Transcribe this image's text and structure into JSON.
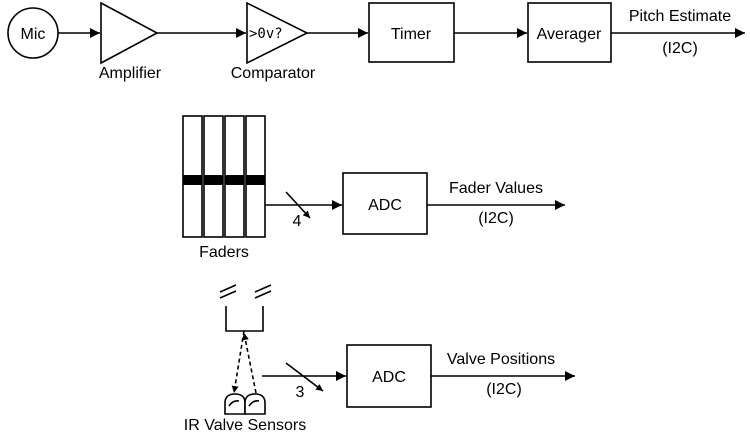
{
  "blocks": {
    "mic": "Mic",
    "amplifier": "Amplifier",
    "comparator_symbol": ">0v?",
    "comparator": "Comparator",
    "timer": "Timer",
    "averager": "Averager",
    "adc_faders": "ADC",
    "adc_valves": "ADC",
    "faders": "Faders",
    "ir_sensors": "IR Valve Sensors"
  },
  "outputs": {
    "pitch": "Pitch Estimate",
    "pitch_bus": "(I2C)",
    "fader": "Fader Values",
    "fader_bus": "(I2C)",
    "valve": "Valve Positions",
    "valve_bus": "(I2C)"
  },
  "buses": {
    "fader_width": "4",
    "valve_width": "3"
  }
}
